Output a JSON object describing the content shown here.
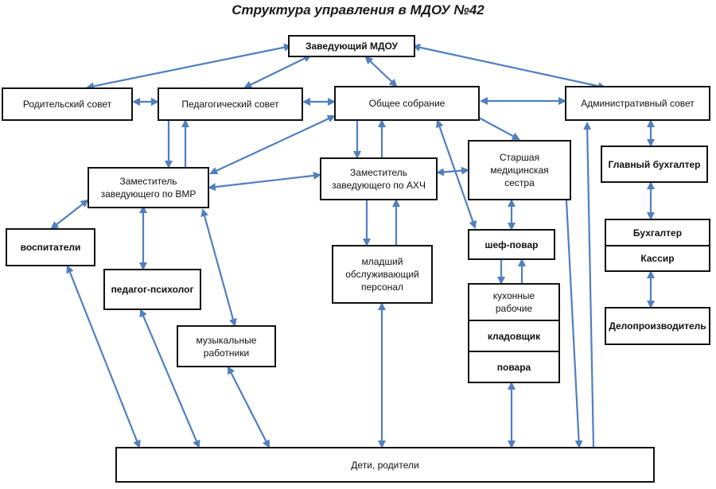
{
  "title": "Структура управления в МДОУ №42",
  "nodes": {
    "head": "Заведующий МДОУ",
    "parents_council": "Родительский совет",
    "ped_council": "Педагогический совет",
    "general_meeting": "Общее собрание",
    "admin_council": "Административный совет",
    "deputy_vmr": "Заместитель\nзаведующего по ВМР",
    "deputy_ahch": "Заместитель\nзаведующего по АХЧ",
    "senior_nurse": "Старшая\nмедицинская\nсестра",
    "chief_accountant": "Главный бухгалтер",
    "educators": "воспитатели",
    "psychologist": "педагог-психолог",
    "music_workers": "музыкальные\nработники",
    "junior_staff": "младший\nобслуживающий\nперсонал",
    "chef": "шеф-повар",
    "kitchen_workers": "кухонные\nрабочие",
    "storekeeper": "кладовщик",
    "cooks": "повара",
    "accountant": "Бухгалтер",
    "cashier": "Кассир",
    "clerk": "Делопроизводитель",
    "children_parents": "Дети, родители"
  },
  "colors": {
    "arrow": "#4f7fbf",
    "border": "#111111"
  }
}
